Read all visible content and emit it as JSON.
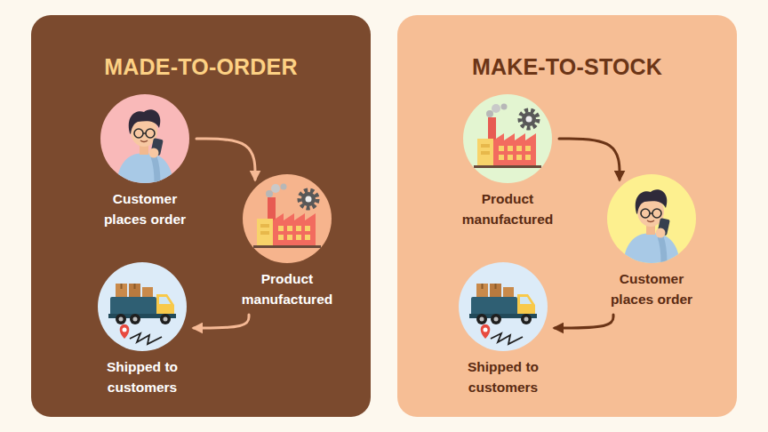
{
  "diagram": {
    "nodes": [
      {
        "text": [
          "MADE-TO-ORDER"
        ]
      },
      {
        "text": [
          "Customer places order"
        ],
        "in": 0
      },
      {
        "text": [
          "Product manufactured"
        ],
        "in": 0
      },
      {
        "text": [
          "Shipped to customers"
        ],
        "in": 0
      },
      {
        "text": [
          "MAKE-TO-STOCK"
        ]
      },
      {
        "text": [
          "Product manufactured"
        ],
        "in": 4
      },
      {
        "text": [
          "Customer places order"
        ],
        "in": 4
      },
      {
        "text": [
          "Shipped to customers"
        ],
        "in": 4
      }
    ],
    "edges": [
      {
        "from": 1,
        "to": 2,
        "arrow": "to"
      },
      {
        "from": 2,
        "to": 3,
        "arrow": "to"
      },
      {
        "from": 5,
        "to": 6,
        "arrow": "to"
      },
      {
        "from": 6,
        "to": 7,
        "arrow": "to"
      }
    ]
  }
}
